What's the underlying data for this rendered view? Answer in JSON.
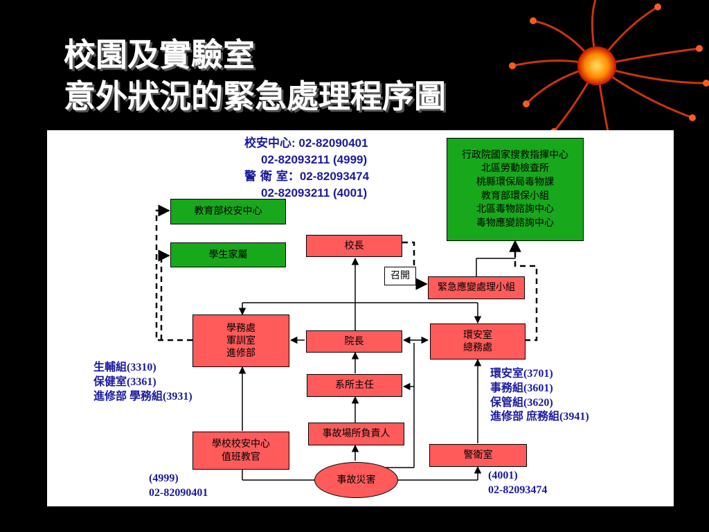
{
  "slide": {
    "title_line1": "校園及實驗室",
    "title_line2": "意外狀況的緊急處理程序圖"
  },
  "contacts": {
    "school_safety_label": "校安中心",
    "school_safety_phone1": ": 02-82090401",
    "school_safety_phone2": "02-82093211  (4999)",
    "guard_label": "警 衛 室",
    "guard_phone1": "：02-82093474",
    "guard_phone2": "02-82093211  (4001)"
  },
  "boxes": {
    "moe_center": "教育部校安中心",
    "parents": "學生家屬",
    "president": "校長",
    "summon": "召開",
    "emergency_team": "緊急應變處理小組",
    "student_affairs": [
      "學務處",
      "軍訓室",
      "進修部"
    ],
    "dean": "院長",
    "env_safety": [
      "環安室",
      "總務處"
    ],
    "dept_head": "系所主任",
    "site_manager": "事故場所負責人",
    "safety_duty": [
      "學校校安中心",
      "值班教官"
    ],
    "guard_room": "警衛室",
    "accident": "事故災害",
    "agencies": [
      "行政院國家搜救指揮中心",
      "北區勞動檢查所",
      "桃縣環保局毒物課",
      "教育部環保小組",
      "北區毒物諮詢中心",
      "毒物應變諮詢中心"
    ]
  },
  "notes": {
    "left_ext": [
      "生輔組(3310)",
      "保健室(3361)",
      "進修部 學務組(3931)"
    ],
    "right_ext": [
      "環安室(3701)",
      "事務組(3601)",
      "保管組(3620)",
      "進修部  庶務組(3941)"
    ],
    "duty_phone": [
      "(4999)",
      "02-82090401"
    ],
    "guard_phone": [
      "(4001)",
      "02-82093474"
    ]
  },
  "colors": {
    "background": "#000000",
    "panel": "#ffffff",
    "red_box": "#ff5b5b",
    "green_box": "#18a81c",
    "note_text": "#1a1aa0"
  }
}
